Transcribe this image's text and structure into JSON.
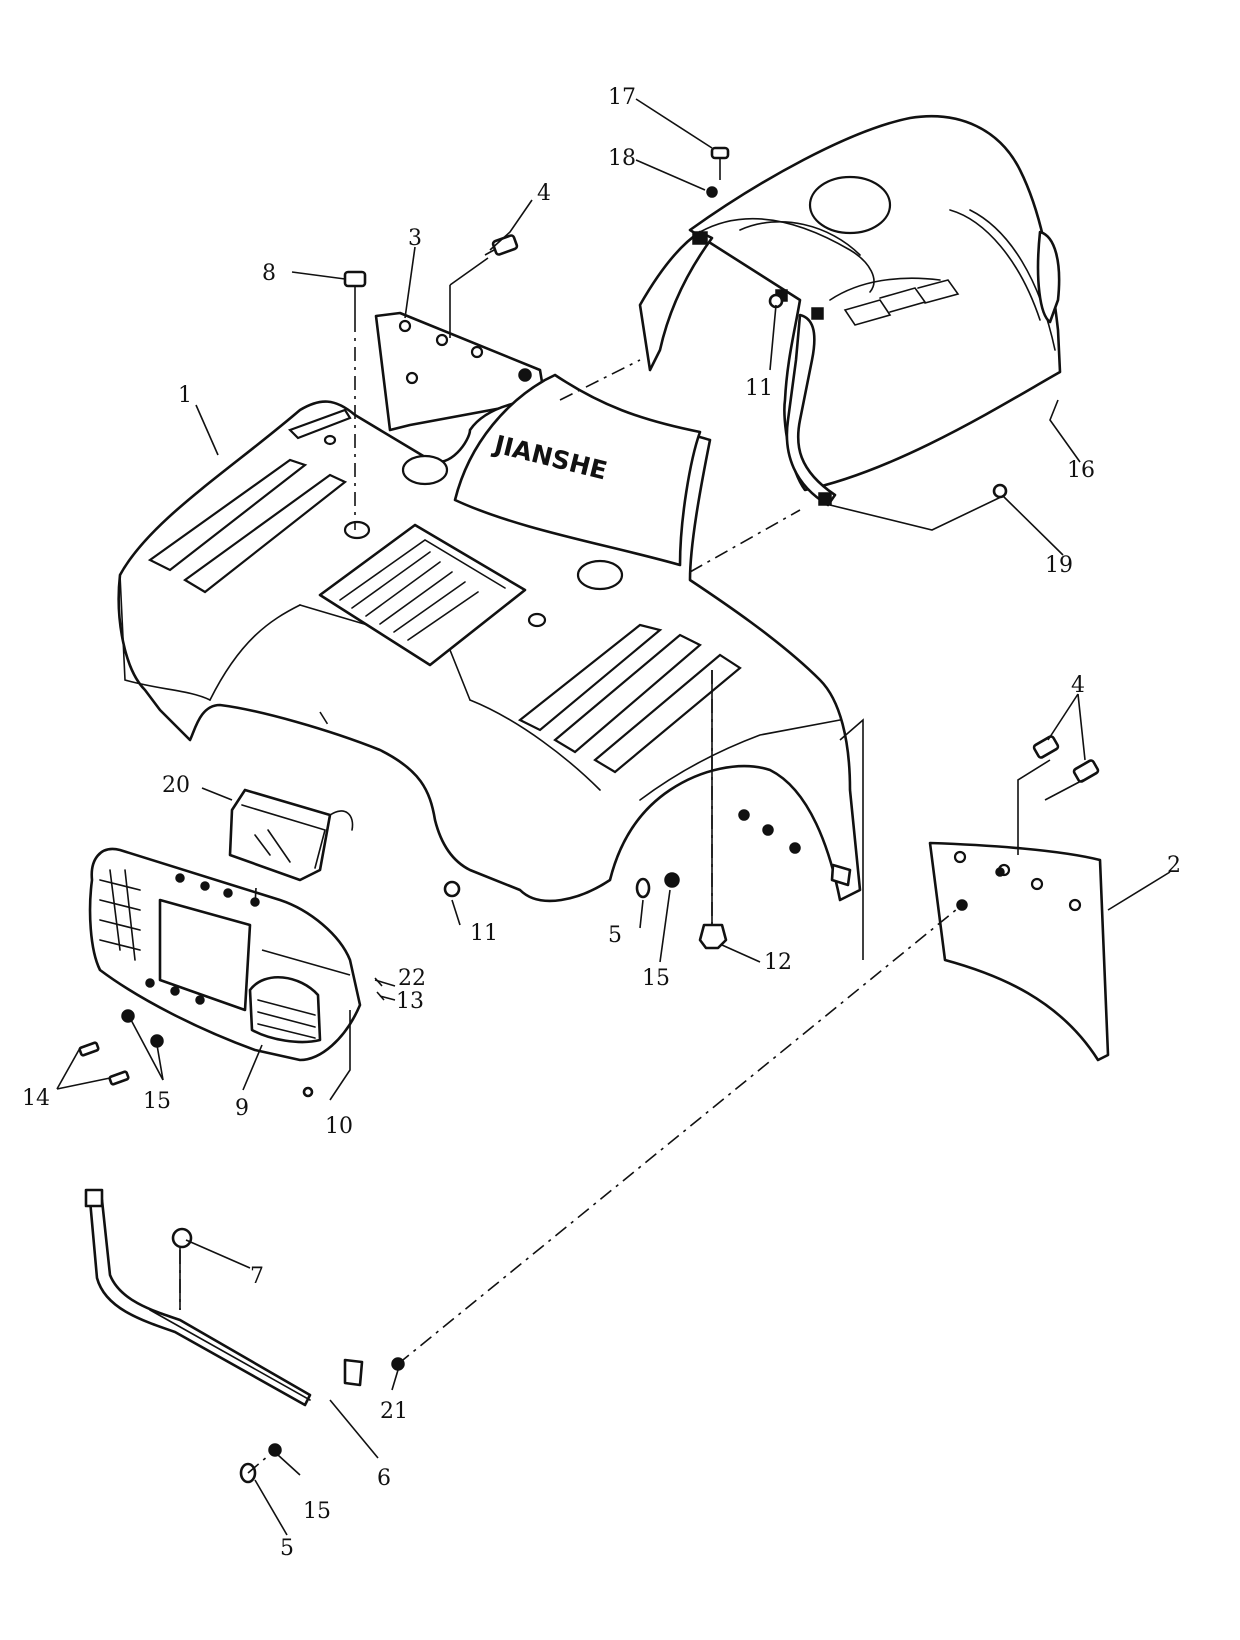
{
  "callouts": {
    "c1": "1",
    "c2": "2",
    "c3": "3",
    "c4a": "4",
    "c4b": "4",
    "c5a": "5",
    "c5b": "5",
    "c6": "6",
    "c7": "7",
    "c8": "8",
    "c9": "9",
    "c10": "10",
    "c11a": "11",
    "c11b": "11",
    "c12": "12",
    "c13": "13",
    "c14": "14",
    "c15a": "15",
    "c15b": "15",
    "c15c": "15",
    "c16": "16",
    "c17": "17",
    "c18": "18",
    "c19": "19",
    "c20": "20",
    "c21": "21",
    "c22": "22"
  },
  "brand_text": "JIANSHE"
}
